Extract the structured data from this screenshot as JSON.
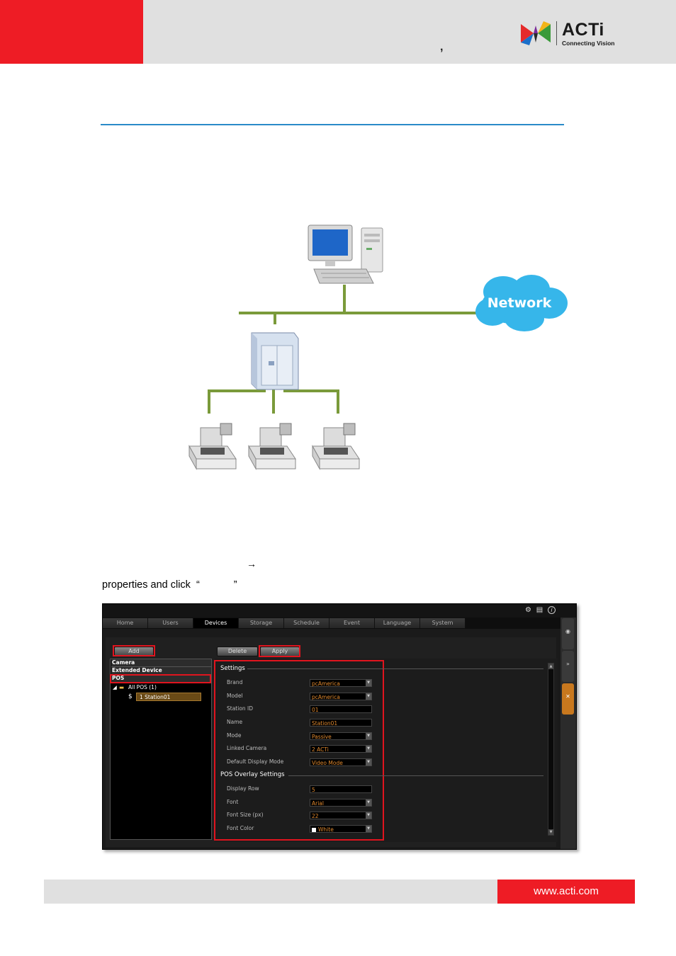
{
  "header": {
    "comma": ",",
    "logo": {
      "name": "ACTi",
      "tagline": "Connecting Vision"
    }
  },
  "diagram": {
    "cloud_label": "Network",
    "icons": [
      "pc-tower-icon",
      "server-icon",
      "cash-register-icon",
      "cash-register-icon",
      "cash-register-icon",
      "cloud-icon"
    ]
  },
  "instructions": {
    "arrow": "→",
    "line2_text": "properties and click ",
    "open_quote": "“",
    "close_quote": "”"
  },
  "screenshot": {
    "top_icons": [
      "gear-icon",
      "document-icon",
      "info-icon"
    ],
    "tabs": [
      "Home",
      "Users",
      "Devices",
      "Storage",
      "Schedule",
      "Event",
      "Language",
      "System"
    ],
    "active_tab": "Devices",
    "buttons": {
      "add": "Add",
      "delete": "Delete",
      "apply": "Apply"
    },
    "device_types": [
      "Camera",
      "Extended Device",
      "POS"
    ],
    "tree": {
      "root": "All POS (1)",
      "item_symbol": "$",
      "item": "1 Station01"
    },
    "settings": {
      "title": "Settings",
      "fields": [
        {
          "label": "Brand",
          "value": "pcAmerica",
          "dropdown": true
        },
        {
          "label": "Model",
          "value": "pcAmerica",
          "dropdown": true
        },
        {
          "label": "Station ID",
          "value": "01",
          "dropdown": false
        },
        {
          "label": "Name",
          "value": "Station01",
          "dropdown": false
        },
        {
          "label": "Mode",
          "value": "Passive",
          "dropdown": true
        },
        {
          "label": "Linked Camera",
          "value": "2 ACTi",
          "dropdown": true
        },
        {
          "label": "Default Display Mode",
          "value": "Video Mode",
          "dropdown": true
        }
      ]
    },
    "overlay": {
      "title": "POS Overlay Settings",
      "fields": [
        {
          "label": "Display Row",
          "value": "5",
          "dropdown": false
        },
        {
          "label": "Font",
          "value": "Arial",
          "dropdown": true
        },
        {
          "label": "Font Size (px)",
          "value": "22",
          "dropdown": true
        },
        {
          "label": "Font Color",
          "value": "White",
          "dropdown": true
        }
      ]
    }
  },
  "footer": {
    "url": "www.acti.com"
  },
  "colors": {
    "brand_red": "#ee1c25",
    "rule_blue": "#2a8ac8",
    "line_green": "#7a9a3a",
    "field_orange": "#e0892e"
  }
}
